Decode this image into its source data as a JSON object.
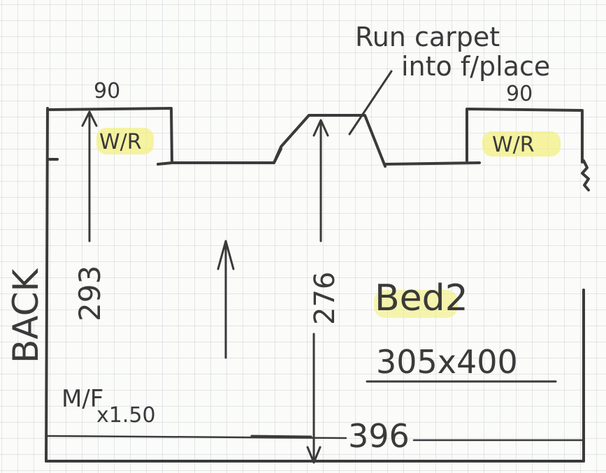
{
  "room": {
    "name": "Bed2",
    "size": "305x400",
    "width_label": "396",
    "depth_main": "276",
    "depth_wr": "293",
    "wardrobe_left_width": "90",
    "wardrobe_right_width": "90",
    "wardrobe_left_label": "W/R",
    "wardrobe_right_label": "W/R",
    "back_wall_label": "BACK",
    "note_line1": "Run carpet",
    "note_line2": "into f/place",
    "mf_line1": "M/F",
    "mf_line2": "x1.50"
  },
  "colors": {
    "ink": "#3a3a3a",
    "highlight": "#f2f07a"
  }
}
